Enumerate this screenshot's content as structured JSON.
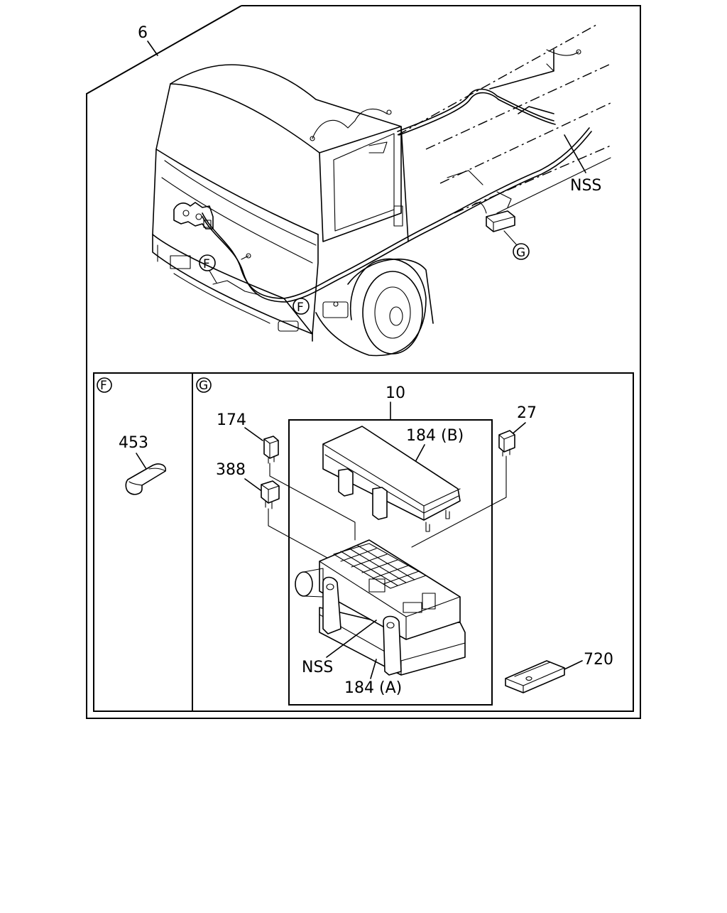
{
  "labels": {
    "cab_assembly": "6",
    "nss_top": "NSS",
    "detail_f_top_left": "F",
    "detail_f_top_right": "F",
    "detail_g_top": "G",
    "detail_f_panel": "F",
    "detail_g_panel": "G",
    "clip": "453",
    "fuse_box": "10",
    "relay_small": "174",
    "relay_large": "388",
    "cover": "184 (B)",
    "fuse": "27",
    "nss_box": "NSS",
    "base": "184 (A)",
    "bracket": "720"
  }
}
